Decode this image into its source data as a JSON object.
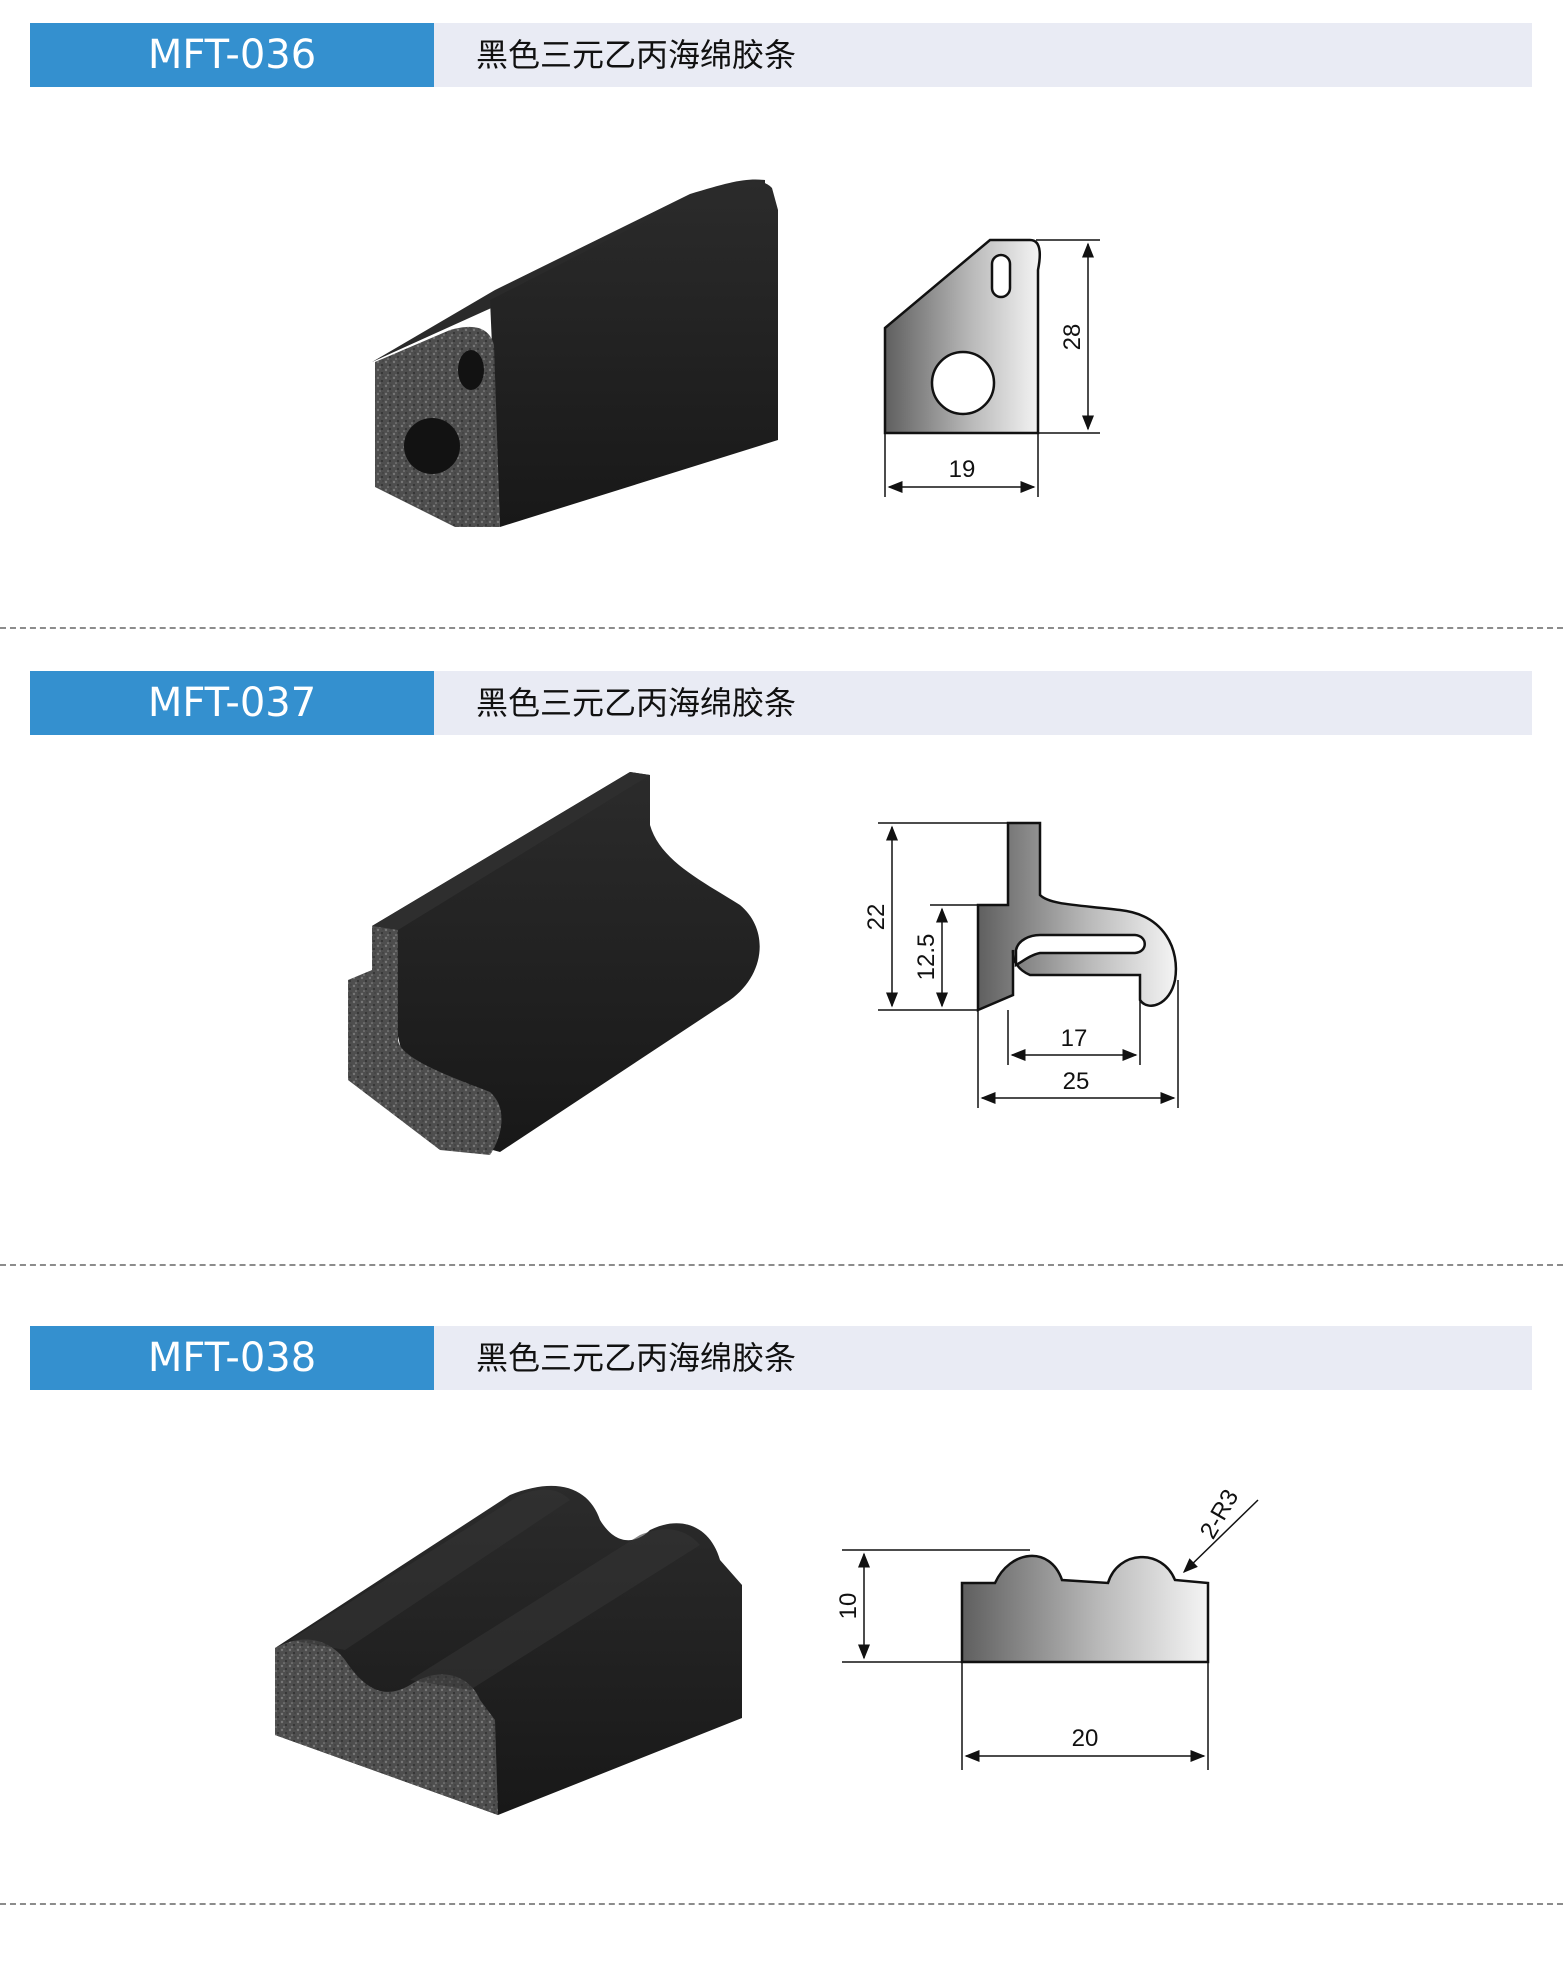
{
  "products": [
    {
      "code": "MFT-036",
      "title": "黑色三元乙丙海绵胶条",
      "dims": {
        "width": "19",
        "height": "28"
      }
    },
    {
      "code": "MFT-037",
      "title": "黑色三元乙丙海绵胶条",
      "dims": {
        "height_total": "22",
        "height_inner": "12.5",
        "width_inner": "17",
        "width_total": "25"
      }
    },
    {
      "code": "MFT-038",
      "title": "黑色三元乙丙海绵胶条",
      "dims": {
        "height": "10",
        "width": "20",
        "radius": "2-R3"
      }
    }
  ],
  "colors": {
    "accent": "#3490cf",
    "header_bg": "#e9ebf4",
    "rubber": "#1f1f1f",
    "foam": "#5a5a5a"
  }
}
